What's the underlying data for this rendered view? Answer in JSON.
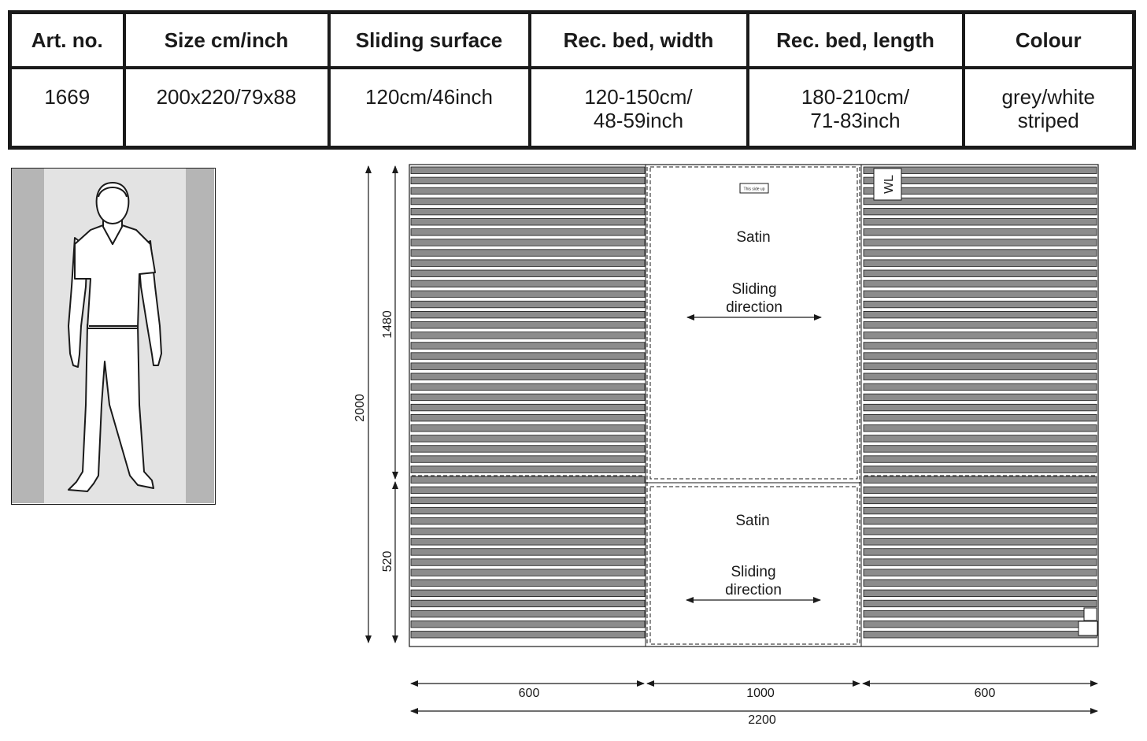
{
  "spec_table": {
    "headers": [
      "Art. no.",
      "Size cm/inch",
      "Sliding surface",
      "Rec. bed, width",
      "Rec. bed, length",
      "Colour"
    ],
    "row": [
      "1669",
      "200x220/79x88",
      "120cm/46inch",
      "120-150cm/\n48-59inch",
      "180-210cm/\n71-83inch",
      "grey/white\nstriped"
    ]
  },
  "person_illustration": {
    "icon": "standing-person-icon"
  },
  "diagram": {
    "top_section": {
      "material": "Satin",
      "direction_line1": "Sliding",
      "direction_line2": "direction",
      "tag": "This side up"
    },
    "bottom_section": {
      "material": "Satin",
      "direction_line1": "Sliding",
      "direction_line2": "direction"
    },
    "wl_label": "WL",
    "dimensions": {
      "total_height": "2000",
      "upper_height": "1480",
      "lower_height": "520",
      "left_width": "600",
      "middle_width": "1000",
      "right_width": "600",
      "total_width": "2200"
    },
    "colors": {
      "stripe": "#8c8c8c",
      "outline": "#1a1a1a",
      "panel_grey": "#b5b5b5",
      "panel_light": "#e3e3e3"
    }
  }
}
